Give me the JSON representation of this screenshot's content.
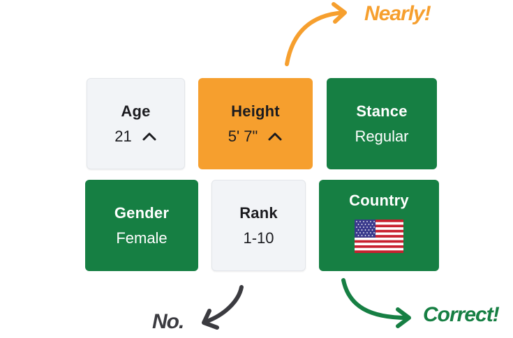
{
  "colors": {
    "correct": "#167f43",
    "nearly": "#f69f2e",
    "wrong": "#f2f4f7",
    "no_text": "#3b3b40"
  },
  "tiles": {
    "age": {
      "label": "Age",
      "value": "21",
      "hint": "chevron-up-icon",
      "status": "wrong"
    },
    "height": {
      "label": "Height",
      "value": "5' 7\"",
      "hint": "chevron-up-icon",
      "status": "nearly"
    },
    "stance": {
      "label": "Stance",
      "value": "Regular",
      "status": "correct"
    },
    "gender": {
      "label": "Gender",
      "value": "Female",
      "status": "correct"
    },
    "rank": {
      "label": "Rank",
      "value": "1-10",
      "status": "wrong"
    },
    "country": {
      "label": "Country",
      "value_icon": "us-flag-icon",
      "status": "correct"
    }
  },
  "callouts": {
    "nearly": "Nearly!",
    "no": "No.",
    "correct": "Correct!"
  }
}
